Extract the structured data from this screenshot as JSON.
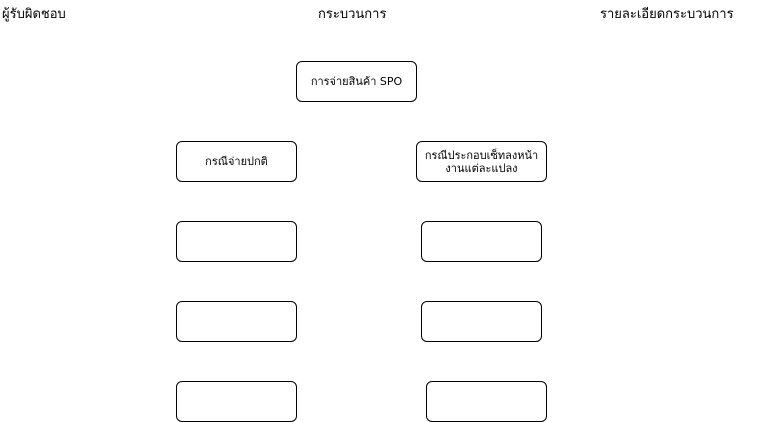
{
  "headers": {
    "responsible": "ผู้รับผิดชอบ",
    "process": "กระบวนการ",
    "details": "รายละเอียดกระบวนการ"
  },
  "nodes": {
    "start": "การจ่ายสินค้า SPO",
    "left_1": "กรณีจ่ายปกติ",
    "right_1": "กรณีประกอบเซ็ทลงหน้า\nงานแต่ละแปลง",
    "left_2": "",
    "left_3": "",
    "left_4": "",
    "right_2": "",
    "right_3": "",
    "right_4": ""
  }
}
